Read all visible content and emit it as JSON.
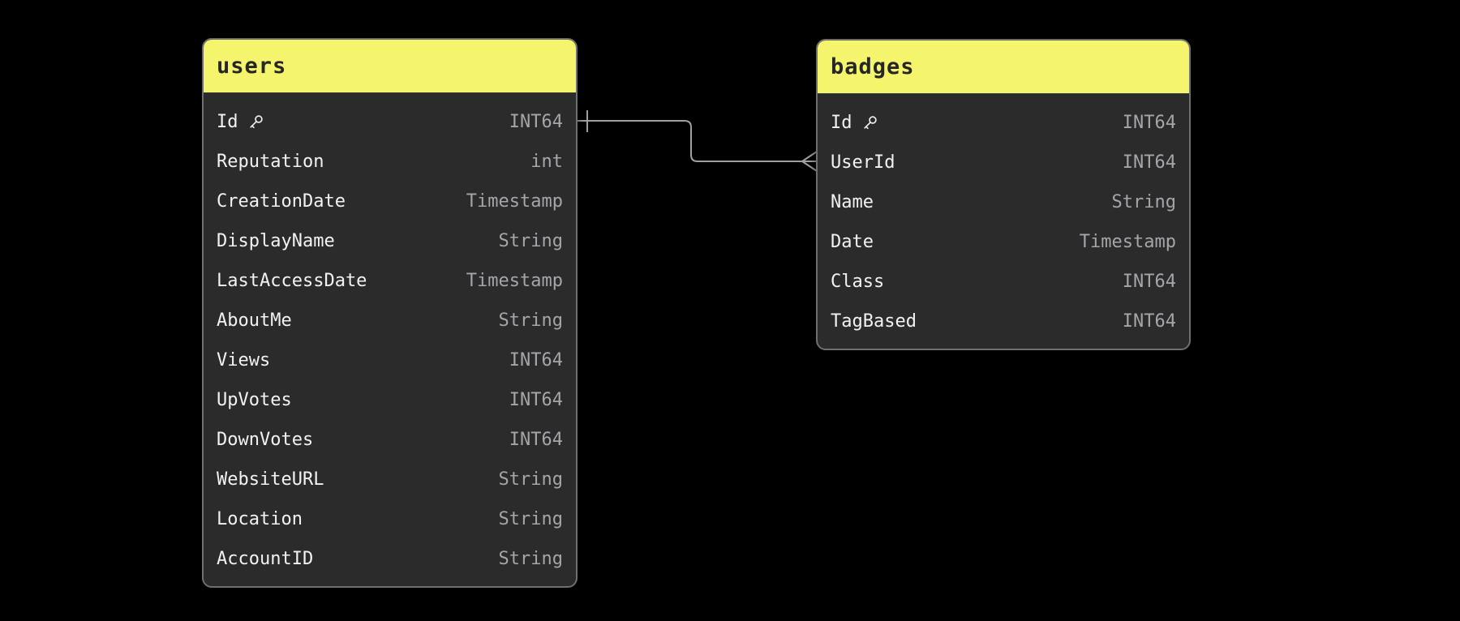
{
  "colors": {
    "bg": "#000000",
    "header-bg": "#f5f56d",
    "body-bg": "#2b2b2b",
    "border": "#6f6f6f",
    "title-text": "#262626",
    "name-text": "#f2f2f2",
    "type-text": "#a5a5aa",
    "line": "#a0a0a0"
  },
  "diagram": {
    "tables": [
      {
        "id": "users",
        "title": "users",
        "fields": [
          {
            "name": "Id",
            "type": "INT64",
            "key": true
          },
          {
            "name": "Reputation",
            "type": "int"
          },
          {
            "name": "CreationDate",
            "type": "Timestamp"
          },
          {
            "name": "DisplayName",
            "type": "String"
          },
          {
            "name": "LastAccessDate",
            "type": "Timestamp"
          },
          {
            "name": "AboutMe",
            "type": "String"
          },
          {
            "name": "Views",
            "type": "INT64"
          },
          {
            "name": "UpVotes",
            "type": "INT64"
          },
          {
            "name": "DownVotes",
            "type": "INT64"
          },
          {
            "name": "WebsiteURL",
            "type": "String"
          },
          {
            "name": "Location",
            "type": "String"
          },
          {
            "name": "AccountID",
            "type": "String"
          }
        ]
      },
      {
        "id": "badges",
        "title": "badges",
        "fields": [
          {
            "name": "Id",
            "type": "INT64",
            "key": true
          },
          {
            "name": "UserId",
            "type": "INT64"
          },
          {
            "name": "Name",
            "type": "String"
          },
          {
            "name": "Date",
            "type": "Timestamp"
          },
          {
            "name": "Class",
            "type": "INT64"
          },
          {
            "name": "TagBased",
            "type": "INT64"
          }
        ]
      }
    ],
    "relationship": {
      "from_table": "users",
      "from_field": "Id",
      "to_table": "badges",
      "to_field": "UserId",
      "from_cardinality": "one",
      "to_cardinality": "many"
    }
  },
  "icons": {
    "primary_key": "key-icon"
  }
}
